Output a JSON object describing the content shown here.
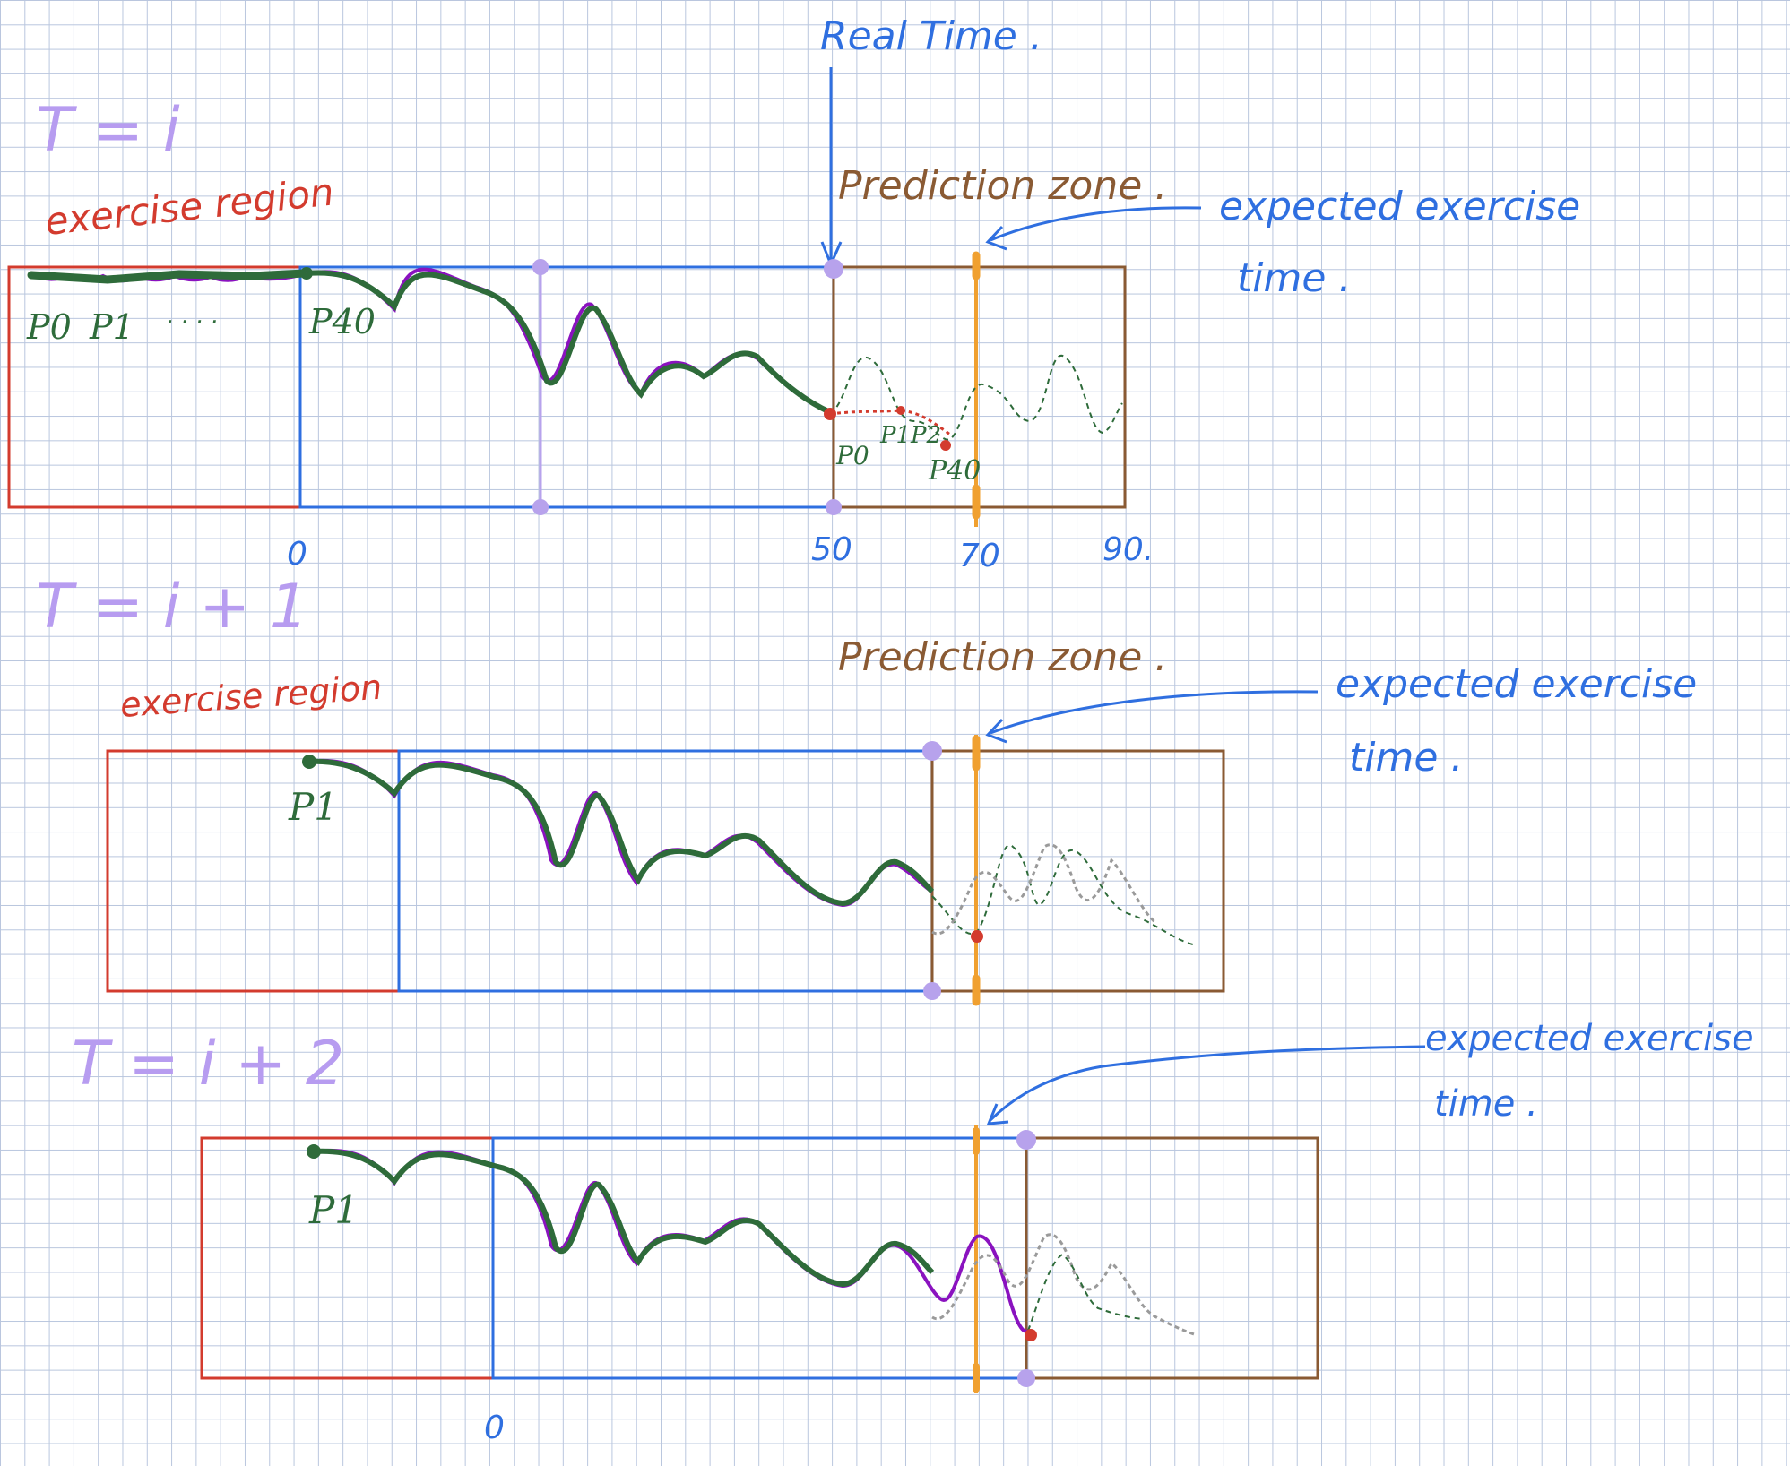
{
  "colors": {
    "exercise": "#d33b2e",
    "observed": "#2f6fe0",
    "prediction": "#8a5a33",
    "real_time_marker": "#b7a2ec",
    "expected_line": "#f0a030",
    "purple_path": "#8a12bf",
    "green_path": "#2e6b3a",
    "period_label": "#b79cf0",
    "annotation": "#2f6fe0",
    "grey_path": "#9a9a9a"
  },
  "labels": {
    "real_time": "Real Time .",
    "expected": [
      "expected exercise",
      "time ."
    ],
    "prediction_zone": "Prediction zone .",
    "exercise_region": "exercise region"
  },
  "panels": [
    {
      "period": "T = i",
      "exercise_label": "exercise region",
      "prediction_label": "Prediction zone .",
      "points": [
        "P0",
        "P1",
        "· · · ·",
        "P40"
      ],
      "pred_points": [
        "P0",
        "P1P2",
        "P40"
      ],
      "ticks": [
        "0",
        "50",
        "70",
        "90."
      ]
    },
    {
      "period": "T = i + 1",
      "exercise_label": "exercise region",
      "prediction_label": "Prediction zone .",
      "points": [
        "P1"
      ],
      "ticks": []
    },
    {
      "period": "T = i + 2",
      "points": [
        "P1"
      ],
      "ticks": [
        "0"
      ]
    }
  ]
}
